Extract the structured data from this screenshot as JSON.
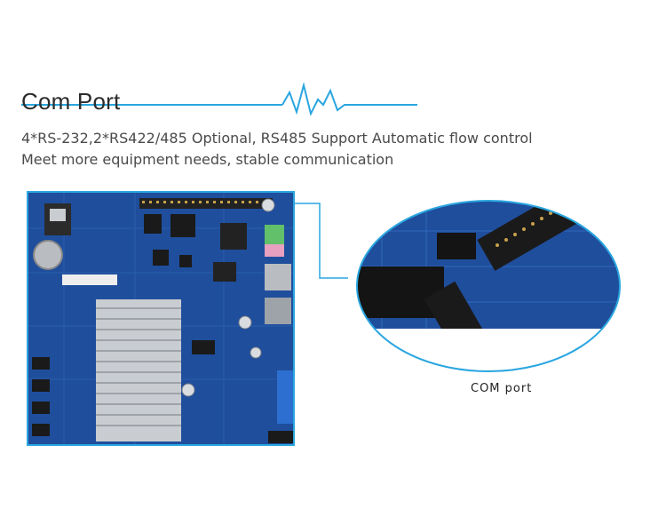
{
  "section": {
    "title": "Com Port",
    "description_lines": [
      "4*RS-232,2*RS422/485 Optional, RS485 Support Automatic flow control",
      "Meet more equipment needs, stable communication"
    ]
  },
  "images": {
    "board_photo": "motherboard-photo",
    "zoom_photo": "com-port-closeup"
  },
  "zoom_caption": "COM port",
  "colors": {
    "accent": "#2aa6e0",
    "board": "#1f4e9c",
    "heatsink": "#c9ccd0"
  }
}
